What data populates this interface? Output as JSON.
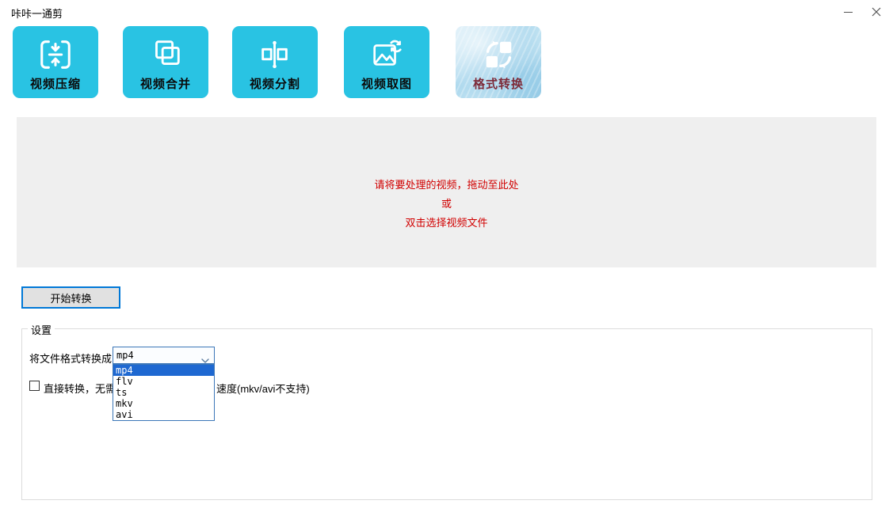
{
  "window": {
    "title": "咔咔一通剪"
  },
  "toolbar": {
    "items": [
      {
        "label": "视频压缩",
        "icon": "compress-icon",
        "active": false
      },
      {
        "label": "视频合并",
        "icon": "merge-icon",
        "active": false
      },
      {
        "label": "视频分割",
        "icon": "split-icon",
        "active": false
      },
      {
        "label": "视频取图",
        "icon": "snapshot-icon",
        "active": false
      },
      {
        "label": "格式转换",
        "icon": "convert-icon",
        "active": true
      }
    ]
  },
  "drop_area": {
    "lines": [
      "请将要处理的视频，拖动至此处",
      "或",
      "双击选择视频文件"
    ]
  },
  "start_button": {
    "label": "开始转换"
  },
  "settings": {
    "group_label": "设置",
    "format_label": "将文件格式转换成",
    "format_select": {
      "value": "mp4",
      "options": [
        "mp4",
        "flv",
        "ts",
        "mkv",
        "avi"
      ],
      "selected_index": 0,
      "open": true
    },
    "direct_convert_checkbox": {
      "checked": false,
      "label_visible_left": "直接转换，无需重",
      "label_visible_right": "速度(mkv/avi不支持)"
    }
  },
  "colors": {
    "accent_cyan": "#29c3e3",
    "active_tab_text": "#7d2a38",
    "drop_text_red": "#d10000",
    "selection_blue": "#1e68d1",
    "focus_border_blue": "#0078d7",
    "drop_area_gray": "#efefef"
  }
}
